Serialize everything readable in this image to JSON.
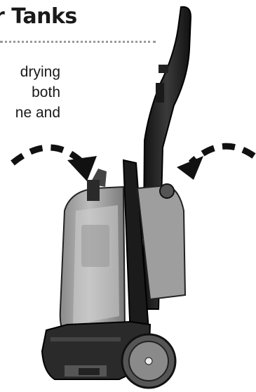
{
  "page": {
    "heading": "r Tanks",
    "body_lines": [
      "drying",
      "both",
      "ne and"
    ]
  },
  "illustration": {
    "subject": "upright carpet cleaner, side view",
    "arrows": [
      "curved-dashed-arrow-left",
      "curved-dashed-arrow-right"
    ],
    "colors": {
      "dark": "#1e1e1e",
      "mid": "#6e6e6e",
      "light": "#b9b9b9",
      "text": "#1a1a1a"
    }
  }
}
